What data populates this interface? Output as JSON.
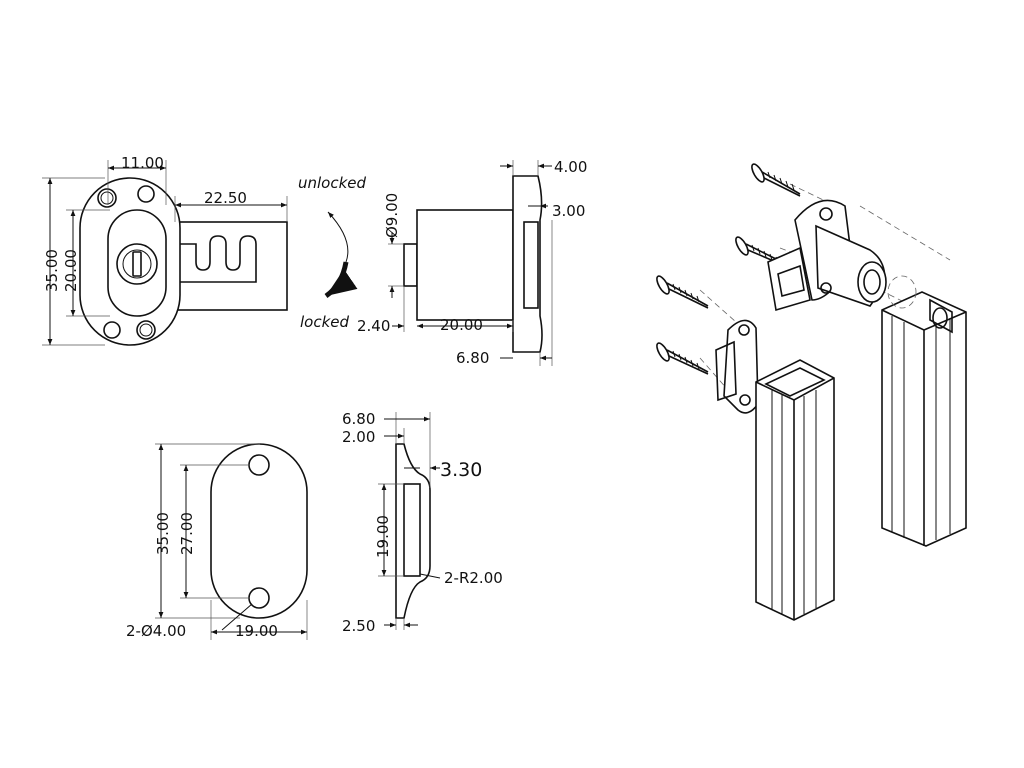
{
  "front_view": {
    "dim_width_top": "11.00",
    "dim_tongue_length": "22.50",
    "dim_height_outer": "35.00",
    "dim_height_inner": "20.00"
  },
  "rotation": {
    "unlocked_label": "unlocked",
    "locked_label": "locked"
  },
  "side_view": {
    "dim_flange_width": "4.00",
    "dim_flange_depth": "3.00",
    "dim_cylinder_dia": "Ø9.00",
    "dim_body_length": "20.00",
    "dim_step": "2.40",
    "dim_total_flange": "6.80"
  },
  "plate_view": {
    "dim_height_outer": "35.00",
    "dim_hole_spacing": "27.00",
    "dim_holes": "2-Ø4.00",
    "dim_width": "19.00"
  },
  "plate_side_view": {
    "dim_total": "6.80",
    "dim_lip": "2.00",
    "dim_offset": "3.30",
    "dim_slot": "19.00",
    "dim_radius": "2-R2.00",
    "dim_bottom": "2.50"
  }
}
